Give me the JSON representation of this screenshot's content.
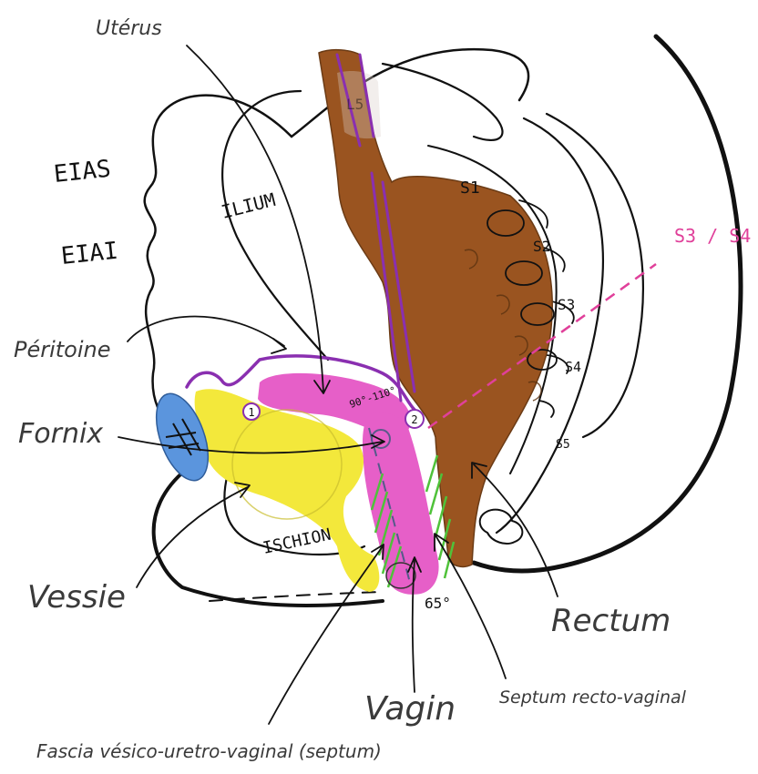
{
  "labels": {
    "uterus": "Utérus",
    "peritoine": "Péritoine",
    "fornix": "Fornix",
    "vessie": "Vessie",
    "vagin": "Vagin",
    "rectum": "Rectum",
    "septum_recto_vaginal": "Septum recto-vaginal",
    "fascia": "Fascia vésico-uretro-vaginal (septum)"
  },
  "handwritten": {
    "eias": "EIAS",
    "eiai": "EIAI",
    "ilium": "ILIUM",
    "ischion": "ISCHION",
    "s1": "S1",
    "s2": "S2",
    "s3": "S3",
    "s4": "S4",
    "s5": "S5",
    "l5": "L5",
    "s3_s4": "S3 / S4",
    "angle_top": "90°-110°",
    "angle_bottom": "65°",
    "marker_1": "1",
    "marker_2": "2"
  },
  "colors": {
    "rectum": "#9a5420",
    "uterus_vagina": "#e65fc8",
    "bladder": "#f3e83b",
    "pubis": "#5b95dd",
    "peritoneum": "#8a2fb0",
    "septum_hatch": "#4fc23a",
    "axis_line": "#e0409a"
  }
}
